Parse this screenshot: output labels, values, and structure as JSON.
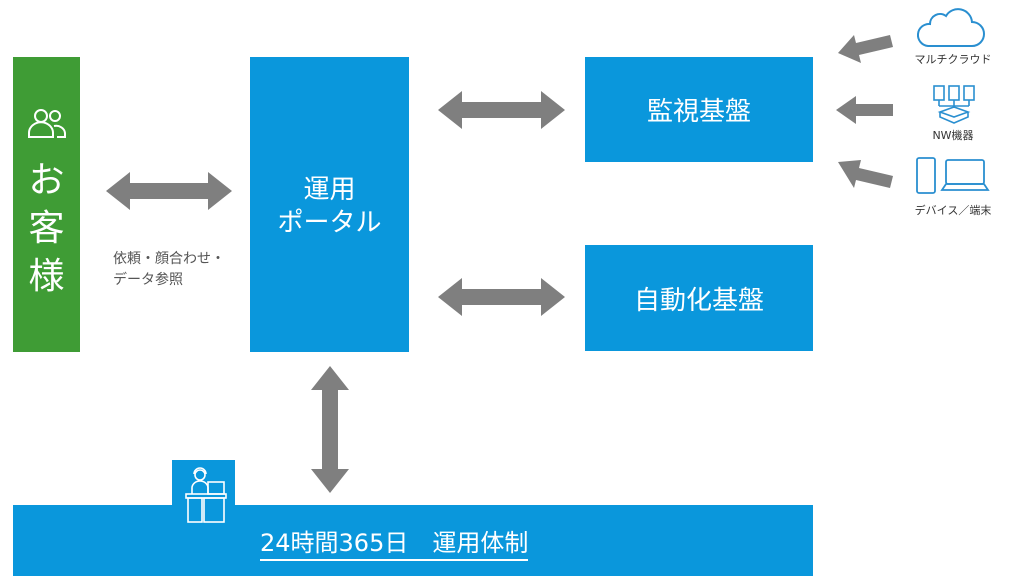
{
  "customer": {
    "label_lines": [
      "お",
      "客",
      "様"
    ],
    "icon": "people-icon"
  },
  "portal": {
    "label_lines": [
      "運用",
      "ポータル"
    ]
  },
  "monitoring": {
    "label": "監視基盤"
  },
  "automation": {
    "label": "自動化基盤"
  },
  "request_note": {
    "lines": [
      "依頼・顔合わせ・",
      "データ参照"
    ]
  },
  "operations": {
    "label": "24時間365日　運用体制",
    "icon": "operator-icon"
  },
  "sources": [
    {
      "label": "マルチクラウド",
      "icon": "cloud-icon"
    },
    {
      "label": "NW機器",
      "icon": "network-device-icon"
    },
    {
      "label": "デバイス／端末",
      "icon": "devices-icon"
    }
  ],
  "colors": {
    "primary_blue": "#0a97dc",
    "customer_green": "#3f9c35",
    "arrow_gray": "#7f7f7f"
  }
}
